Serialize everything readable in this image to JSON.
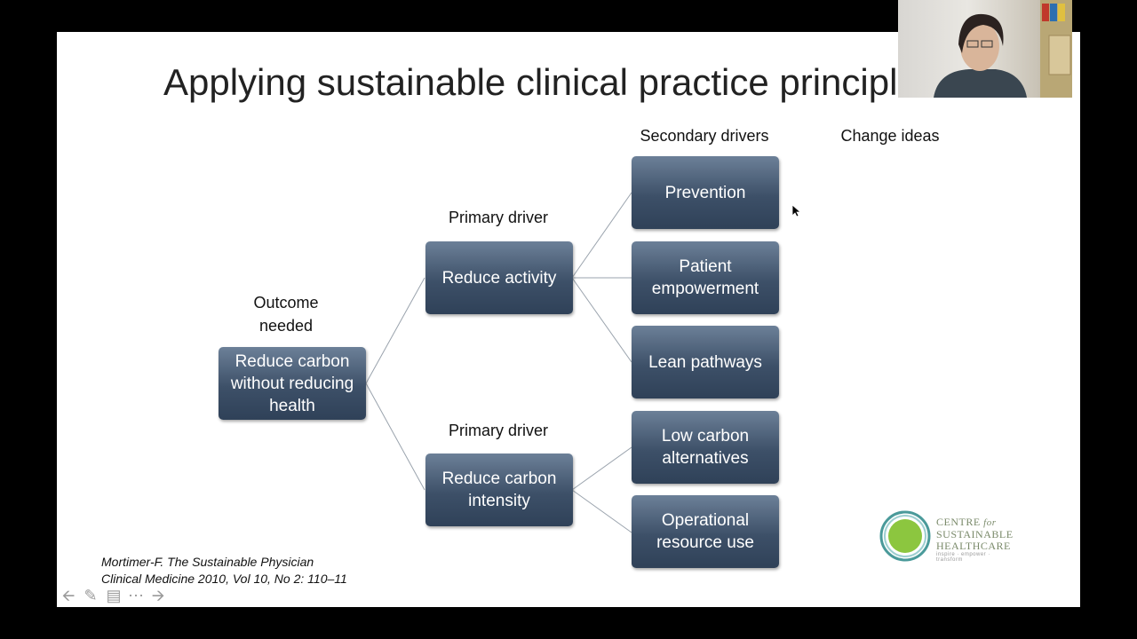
{
  "slide": {
    "title": "Applying sustainable clinical practice principles",
    "headers": {
      "secondary": "Secondary drivers",
      "change": "Change ideas",
      "primary_1": "Primary driver",
      "primary_2": "Primary driver",
      "outcome": "Outcome needed"
    },
    "outcome_box": "Reduce carbon without reducing health",
    "primary_boxes": [
      "Reduce activity",
      "Reduce carbon intensity"
    ],
    "secondary_boxes": [
      "Prevention",
      "Patient empowerment",
      "Lean pathways",
      "Low carbon alternatives",
      "Operational resource use"
    ],
    "citation": [
      "Mortimer-F. The Sustainable Physician",
      "Clinical Medicine 2010, Vol 10, No 2: 110–11"
    ],
    "logo": {
      "line1": "CENTRE",
      "line1b": "for",
      "line2": "SUSTAINABLE",
      "line3": "HEALTHCARE",
      "tagline": "inspire · empower · transform"
    }
  },
  "nav_icons": [
    "prev-arrow-icon",
    "pen-icon",
    "slides-icon",
    "more-icon",
    "next-arrow-icon"
  ],
  "colors": {
    "box_top": "#6c8098",
    "box_bottom": "#2f4158",
    "slide_bg": "#ffffff",
    "frame_bg": "#000000"
  }
}
